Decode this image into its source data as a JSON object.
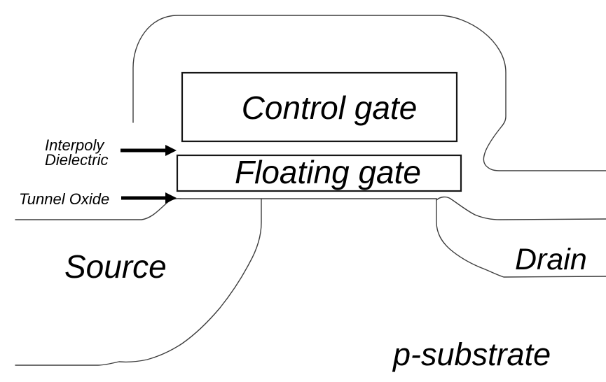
{
  "diagram": {
    "labels": {
      "control_gate": "Control gate",
      "floating_gate": "Floating gate",
      "interpoly_line1": "Interpoly",
      "interpoly_line2": "Dielectric",
      "tunnel_oxide": "Tunnel Oxide",
      "source": "Source",
      "drain": "Drain",
      "substrate": "p-substrate"
    },
    "colors": {
      "background": "#ffffff",
      "thin_line": "#3d3d3d",
      "box_border": "#171717",
      "text": "#000000",
      "arrow": "#000000"
    }
  }
}
